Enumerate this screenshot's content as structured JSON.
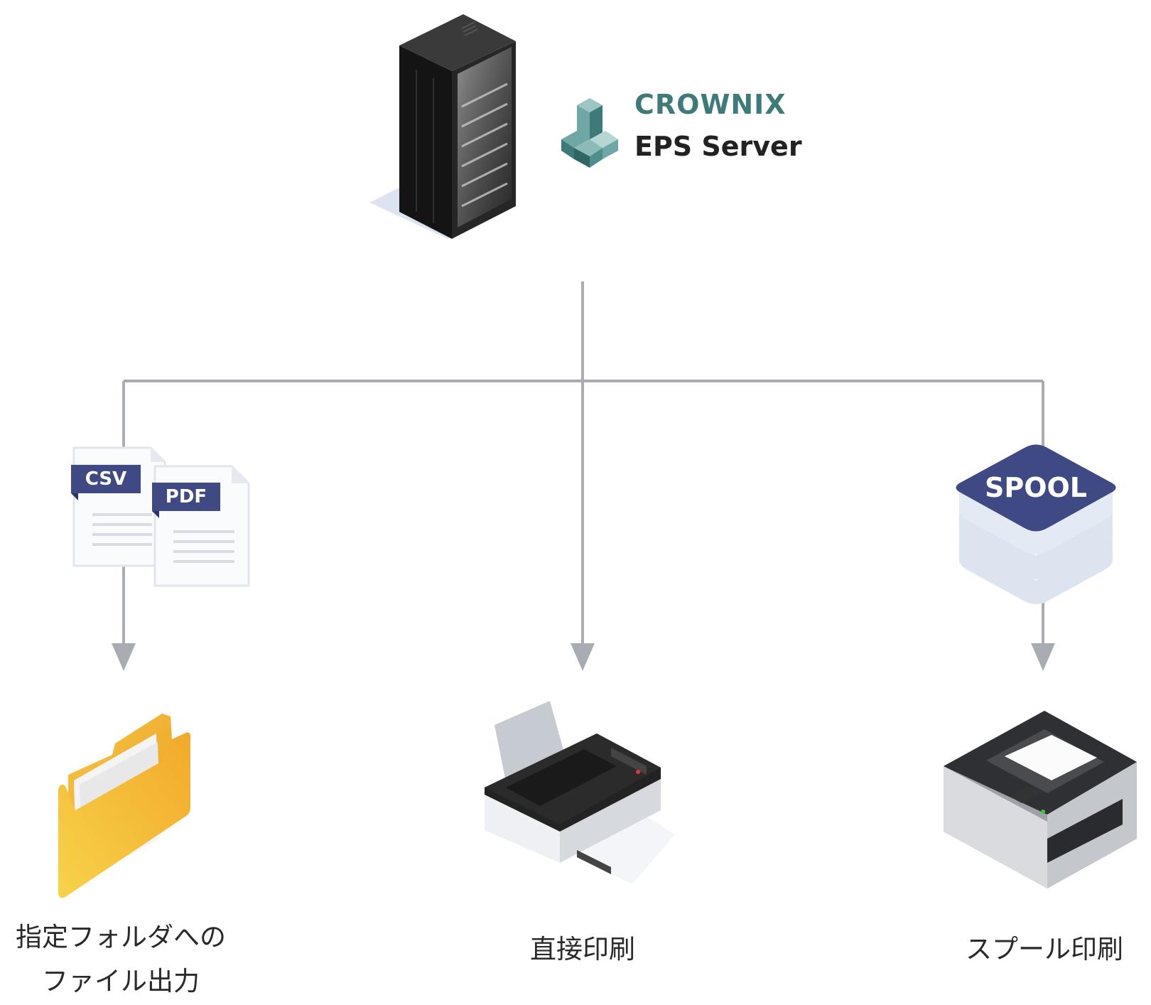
{
  "brand": {
    "name": "CROWNIX",
    "product": "EPS Server",
    "color": "#3e7a78"
  },
  "documents": {
    "csv_label": "CSV",
    "pdf_label": "PDF",
    "tag_color": "#3f4a85"
  },
  "spool": {
    "label": "SPOOL",
    "color": "#3f4a85"
  },
  "outputs": {
    "folder_caption_line1": "指定フォルダへの",
    "folder_caption_line2": "ファイル出力",
    "direct_caption": "直接印刷",
    "spool_caption": "スプール印刷"
  },
  "icons": [
    "server-rack-icon",
    "crownix-logo-icon",
    "csv-file-icon",
    "pdf-file-icon",
    "spool-database-icon",
    "folder-icon",
    "inkjet-printer-icon",
    "laser-printer-icon"
  ],
  "connector_color": "#a9adb3"
}
